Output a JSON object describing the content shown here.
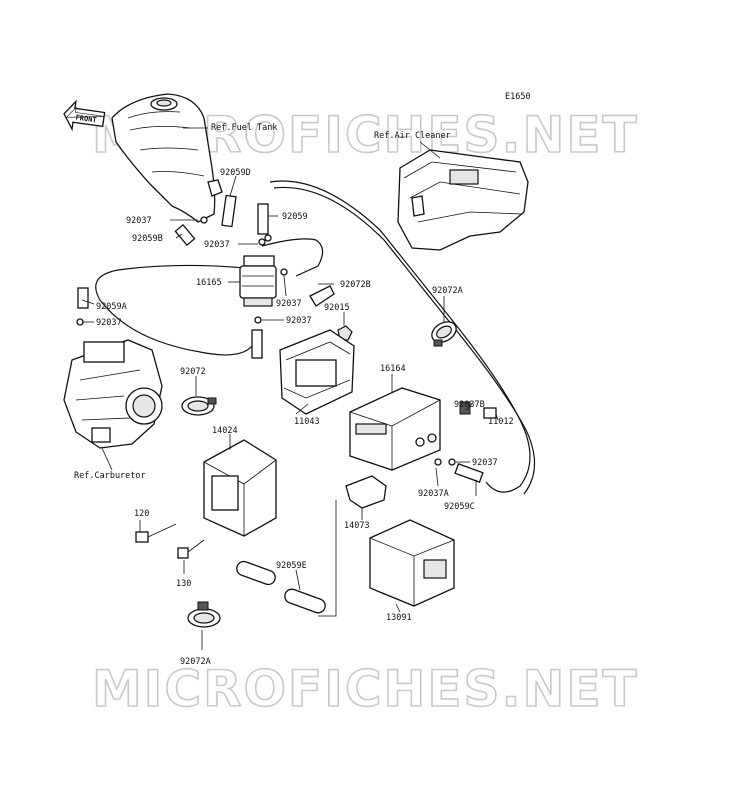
{
  "diagram": {
    "code": "E1650",
    "watermark_top": "MICROFICHES.NET",
    "watermark_bottom": "MICROFICHES.NET",
    "front_marker": "FRONT",
    "refs": {
      "fuel_tank": "Ref.Fuel Tank",
      "air_cleaner": "Ref.Air Cleaner",
      "carburetor": "Ref.Carburetor"
    },
    "parts": {
      "p92059D": "92059D",
      "p92037_a": "92037",
      "p92059_top": "92059",
      "p92059B": "92059B",
      "p92037_b": "92037",
      "p16165": "16165",
      "p92037_c": "92037",
      "p92072B": "92072B",
      "p92059A": "92059A",
      "p92037_d": "92037",
      "p92037_e": "92037",
      "p92015": "92015",
      "p92072A_top": "92072A",
      "p92072": "92072",
      "p11043": "11043",
      "p16164": "16164",
      "p92037B": "92037B",
      "p11012": "11012",
      "p92037_f": "92037",
      "p14024": "14024",
      "p92037A": "92037A",
      "p92059C": "92059C",
      "p14073": "14073",
      "p120": "120",
      "p130": "130",
      "p92059E": "92059E",
      "p13091": "13091",
      "p92072A_bottom": "92072A"
    }
  }
}
